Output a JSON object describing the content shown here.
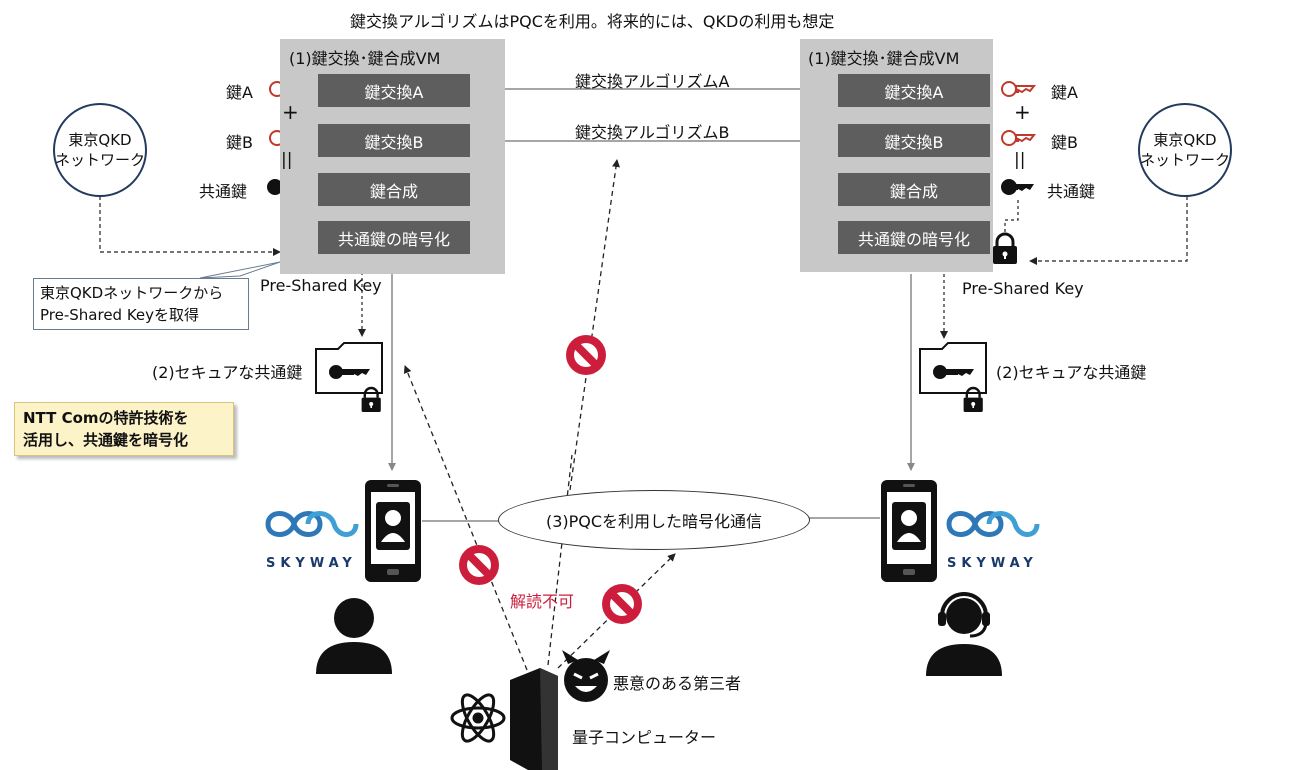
{
  "header": {
    "title": "鍵交換アルゴリズムはPQCを利用。将来的には、QKDの利用も想定"
  },
  "vm_left": {
    "title": "(1)鍵交換･鍵合成VM",
    "steps": [
      "鍵交換A",
      "鍵交換B",
      "鍵合成",
      "共通鍵の暗号化"
    ],
    "key_a": "鍵A",
    "key_b": "鍵B",
    "common_key": "共通鍵",
    "plus": "+",
    "equals": "||"
  },
  "vm_right": {
    "title": "(1)鍵交換･鍵合成VM",
    "steps": [
      "鍵交換A",
      "鍵交換B",
      "鍵合成",
      "共通鍵の暗号化"
    ],
    "key_a": "鍵A",
    "key_b": "鍵B",
    "common_key": "共通鍵",
    "plus": "+",
    "equals": "||"
  },
  "algorithms": {
    "a": "鍵交換アルゴリズムA",
    "b": "鍵交換アルゴリズムB"
  },
  "qkd": {
    "line1": "東京QKD",
    "line2": "ネットワーク"
  },
  "psk_label": "Pre-Shared Key",
  "callout": {
    "line1": "東京QKDネットワークから",
    "line2": "Pre-Shared Keyを取得"
  },
  "secure_key": "(2)セキュアな共通鍵",
  "note": {
    "line1": "NTT Comの特許技術を",
    "line2": "活用し、共通鍵を暗号化"
  },
  "comm": "(3)PQCを利用した暗号化通信",
  "skyway": "SKYWAY",
  "cannot_decrypt": "解読不可",
  "attacker": "悪意のある第三者",
  "quantum": "量子コンピューター",
  "colors": {
    "vm_bg": "#c8c8c8",
    "step_bg": "#5e5e5e",
    "key_red": "#c0392b",
    "prohibit": "#cc1e3c",
    "note_bg": "#fcf3c8",
    "navy": "#1b3a6b"
  }
}
